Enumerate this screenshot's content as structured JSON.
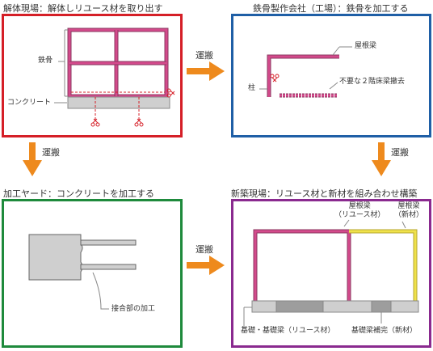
{
  "panels": {
    "dismantle": {
      "title": "解体現場：解体しリユース材を取り出す",
      "border_color": "#d51f27",
      "labels": {
        "steel": "鉄骨",
        "concrete": "コンクリート"
      }
    },
    "factory": {
      "title": "鉄骨製作会社（工場）：鉄骨を加工する",
      "border_color": "#1f5fa6",
      "labels": {
        "roof_beam": "屋根梁",
        "column": "柱",
        "unneeded_floor_beam": "不要な２階床梁撤去"
      }
    },
    "yard": {
      "title": "加工ヤード：コンクリートを加工する",
      "border_color": "#1e8a3c",
      "labels": {
        "joint_processing": "接合部の加工"
      }
    },
    "construction": {
      "title": "新築現場：リユース材と新材を組み合わせ構築",
      "border_color": "#8a2a8f",
      "labels": {
        "roof_beam_reuse_line1": "屋根梁",
        "roof_beam_reuse_line2": "（リユース材）",
        "roof_beam_new_line1": "屋根梁",
        "roof_beam_new_line2": "（新材）",
        "foundation_reuse": "基礎・基礎梁（リユース材）",
        "foundation_new": "基礎梁補完（新材）"
      }
    }
  },
  "arrows": {
    "top_right": "運搬",
    "left_down": "運搬",
    "right_down": "運搬",
    "bottom_right": "運搬"
  },
  "colors": {
    "steel_magenta": "#c2407f",
    "new_steel_yellow": "#f0e24a",
    "concrete_gray": "#cfcfcf",
    "concrete_dark": "#9d9d9d",
    "arrow_orange": "#ee8a1d",
    "cut_mark_red": "#d51f27"
  },
  "icons": [
    "scissors-icon",
    "arrow-right-icon",
    "arrow-down-icon"
  ]
}
